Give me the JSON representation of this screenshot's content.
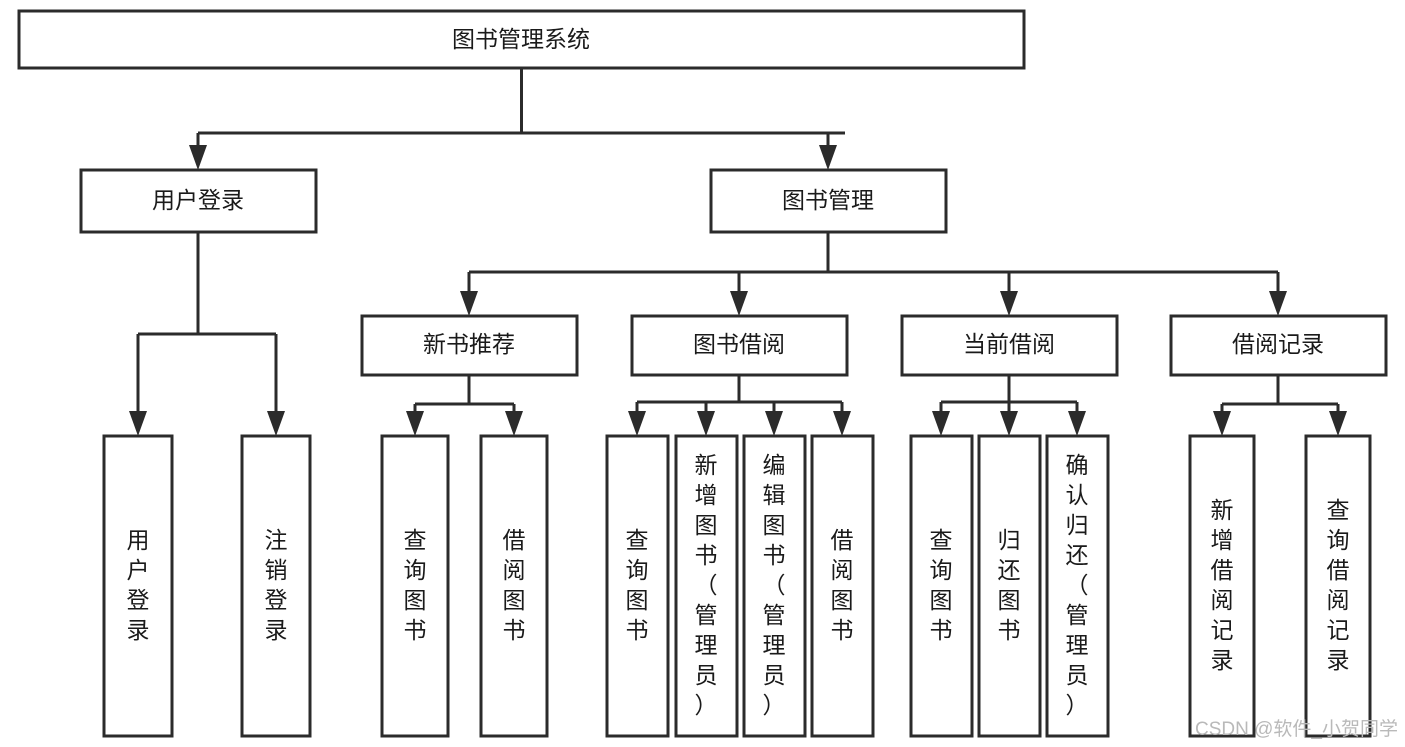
{
  "diagram": {
    "title": "图书管理系统",
    "type": "tree",
    "root": {
      "id": "root",
      "label": "图书管理系统",
      "orientation": "horizontal"
    },
    "level1": [
      {
        "id": "user-login",
        "label": "用户登录",
        "orientation": "horizontal"
      },
      {
        "id": "book-manage",
        "label": "图书管理",
        "orientation": "horizontal"
      }
    ],
    "level2": [
      {
        "id": "new-book-recommend",
        "label": "新书推荐",
        "parent": "book-manage",
        "orientation": "horizontal"
      },
      {
        "id": "book-borrow",
        "label": "图书借阅",
        "parent": "book-manage",
        "orientation": "horizontal"
      },
      {
        "id": "current-borrow",
        "label": "当前借阅",
        "parent": "book-manage",
        "orientation": "horizontal"
      },
      {
        "id": "borrow-record",
        "label": "借阅记录",
        "parent": "book-manage",
        "orientation": "horizontal"
      }
    ],
    "leaves": [
      {
        "id": "leaf-user-login",
        "label": "用户登录",
        "parent": "user-login",
        "orientation": "vertical"
      },
      {
        "id": "leaf-logout-login",
        "label": "注销登录",
        "parent": "user-login",
        "orientation": "vertical"
      },
      {
        "id": "leaf-query-book-1",
        "label": "查询图书",
        "parent": "new-book-recommend",
        "orientation": "vertical"
      },
      {
        "id": "leaf-borrow-book-1",
        "label": "借阅图书",
        "parent": "new-book-recommend",
        "orientation": "vertical"
      },
      {
        "id": "leaf-query-book-2",
        "label": "查询图书",
        "parent": "book-borrow",
        "orientation": "vertical"
      },
      {
        "id": "leaf-add-book",
        "label": "新增图书（管理员）",
        "parent": "book-borrow",
        "orientation": "vertical"
      },
      {
        "id": "leaf-edit-book",
        "label": "编辑图书（管理员）",
        "parent": "book-borrow",
        "orientation": "vertical"
      },
      {
        "id": "leaf-borrow-book-2",
        "label": "借阅图书",
        "parent": "book-borrow",
        "orientation": "vertical"
      },
      {
        "id": "leaf-query-book-3",
        "label": "查询图书",
        "parent": "current-borrow",
        "orientation": "vertical"
      },
      {
        "id": "leaf-return-book",
        "label": "归还图书",
        "parent": "current-borrow",
        "orientation": "vertical"
      },
      {
        "id": "leaf-confirm-return",
        "label": "确认归还（管理员）",
        "parent": "current-borrow",
        "orientation": "vertical"
      },
      {
        "id": "leaf-add-record",
        "label": "新增借阅记录",
        "parent": "borrow-record",
        "orientation": "vertical"
      },
      {
        "id": "leaf-query-record",
        "label": "查询借阅记录",
        "parent": "borrow-record",
        "orientation": "vertical"
      }
    ],
    "colors": {
      "stroke": "#2b2b2b",
      "fill": "#ffffff",
      "text": "#1a1a1a",
      "watermark": "#b9b9b9"
    }
  },
  "watermark": {
    "text": "CSDN @软件_小贺同学"
  }
}
